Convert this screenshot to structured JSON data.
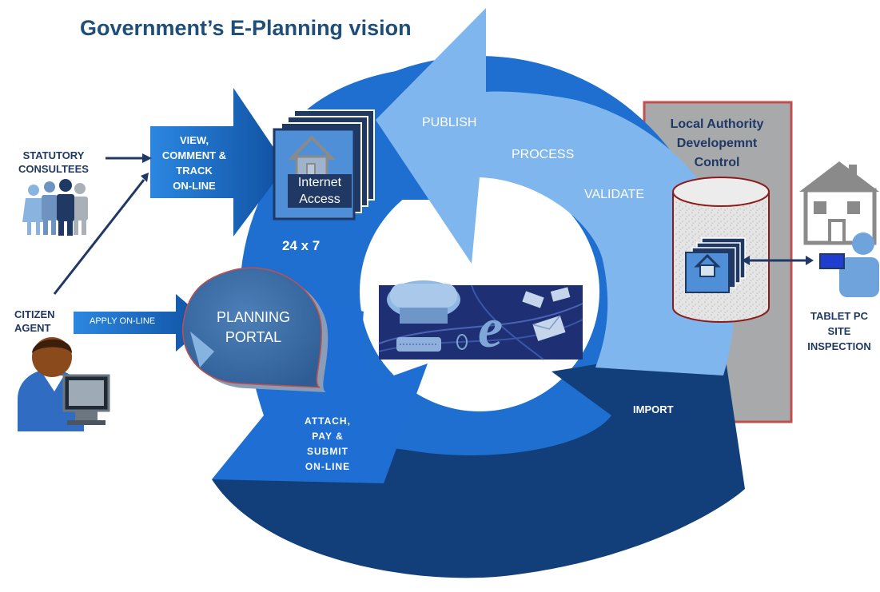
{
  "title": "Government’s E-Planning vision",
  "cycle": {
    "publish": "PUBLISH",
    "process": "PROCESS",
    "validate": "VALIDATE",
    "import": "IMPORT",
    "attach": "ATTACH,\nPAY &\nSUBMIT\nON-LINE"
  },
  "statutory": {
    "label": "STATUTORY\nCONSULTEES"
  },
  "view_arrow": {
    "label": "VIEW,\nCOMMENT &\nTRACK\nON-LINE"
  },
  "internet": {
    "label": "Internet\nAccess",
    "availability": "24 x 7"
  },
  "citizen": {
    "label": "CITIZEN\nAGENT"
  },
  "apply_arrow": {
    "label": "APPLY  ON-LINE"
  },
  "portal": {
    "label": "PLANNING\nPORTAL"
  },
  "center_logo": {
    "letter": "e"
  },
  "local_authority": {
    "label": "Local Authority\nDevelopemnt\nControl"
  },
  "tablet": {
    "label": "TABLET PC\nSITE\nINSPECTION"
  },
  "colors": {
    "light_arrow": "#7fb6ee",
    "mid_ring": "#1e6fd0",
    "dark_arrow": "#123f7a",
    "portal": "#3f6fa6",
    "panel": "#a6a8aa",
    "panel_border": "#c0504d",
    "title": "#1f4e79"
  }
}
